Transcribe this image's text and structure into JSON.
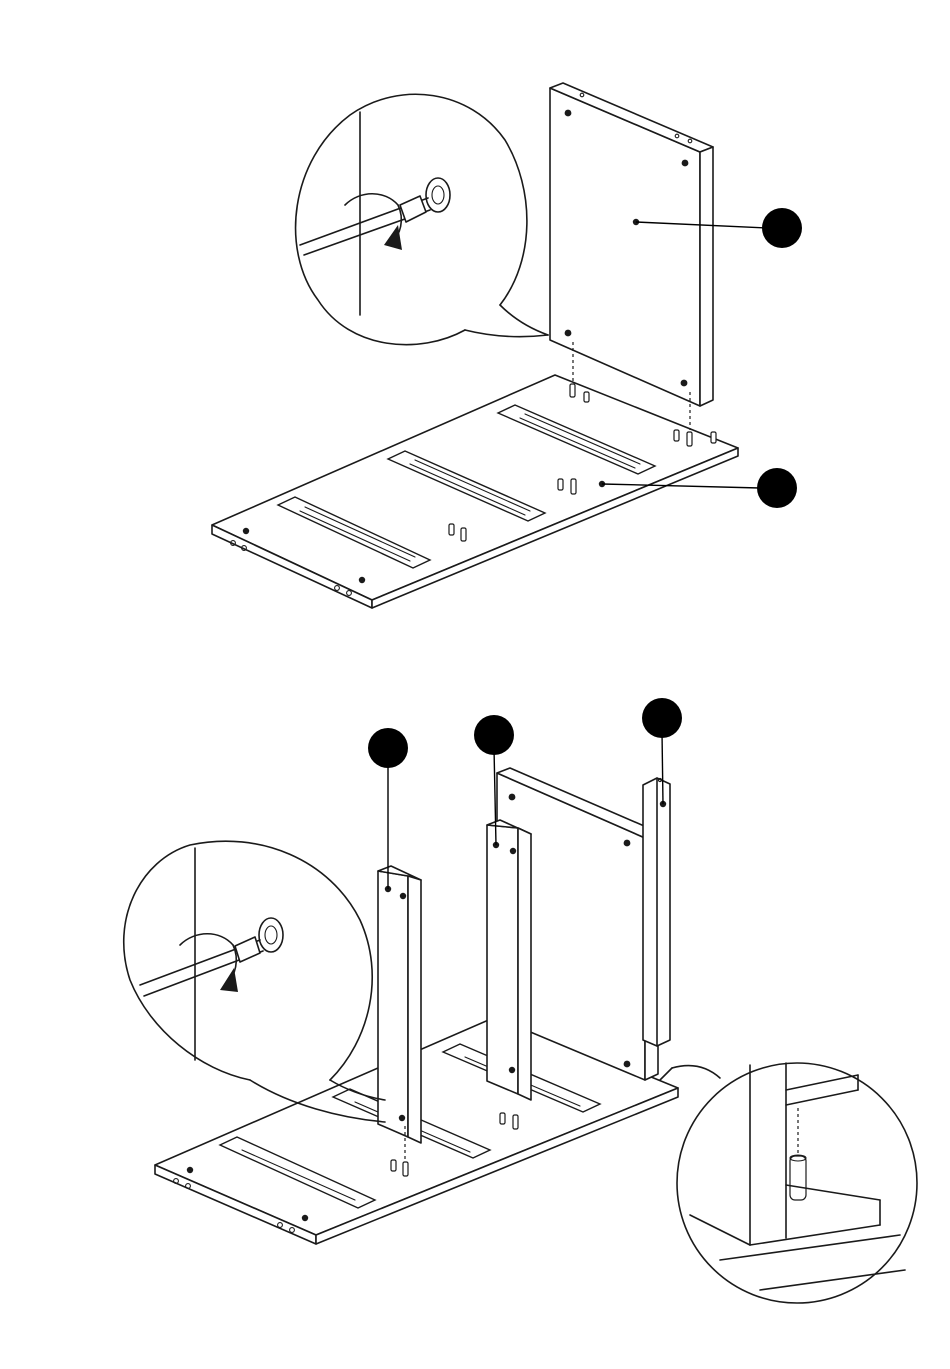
{
  "figure": {
    "palette": {
      "ink": "#1a1a1a",
      "paper": "#ffffff",
      "marker": "#000000"
    },
    "steps": [
      {
        "callouts": [
          {
            "label": "",
            "meaning": "panel-marker"
          },
          {
            "label": "",
            "meaning": "base-marker"
          }
        ],
        "detail_icon": "screwdriver-cam-lock-icon"
      },
      {
        "callouts": [
          {
            "label": "",
            "meaning": "front-divider-marker"
          },
          {
            "label": "",
            "meaning": "middle-divider-marker"
          },
          {
            "label": "",
            "meaning": "back-post-marker"
          }
        ],
        "detail_icon": "screwdriver-cam-lock-icon",
        "dowel_detail_icon": "dowel-magnifier-icon"
      }
    ]
  }
}
